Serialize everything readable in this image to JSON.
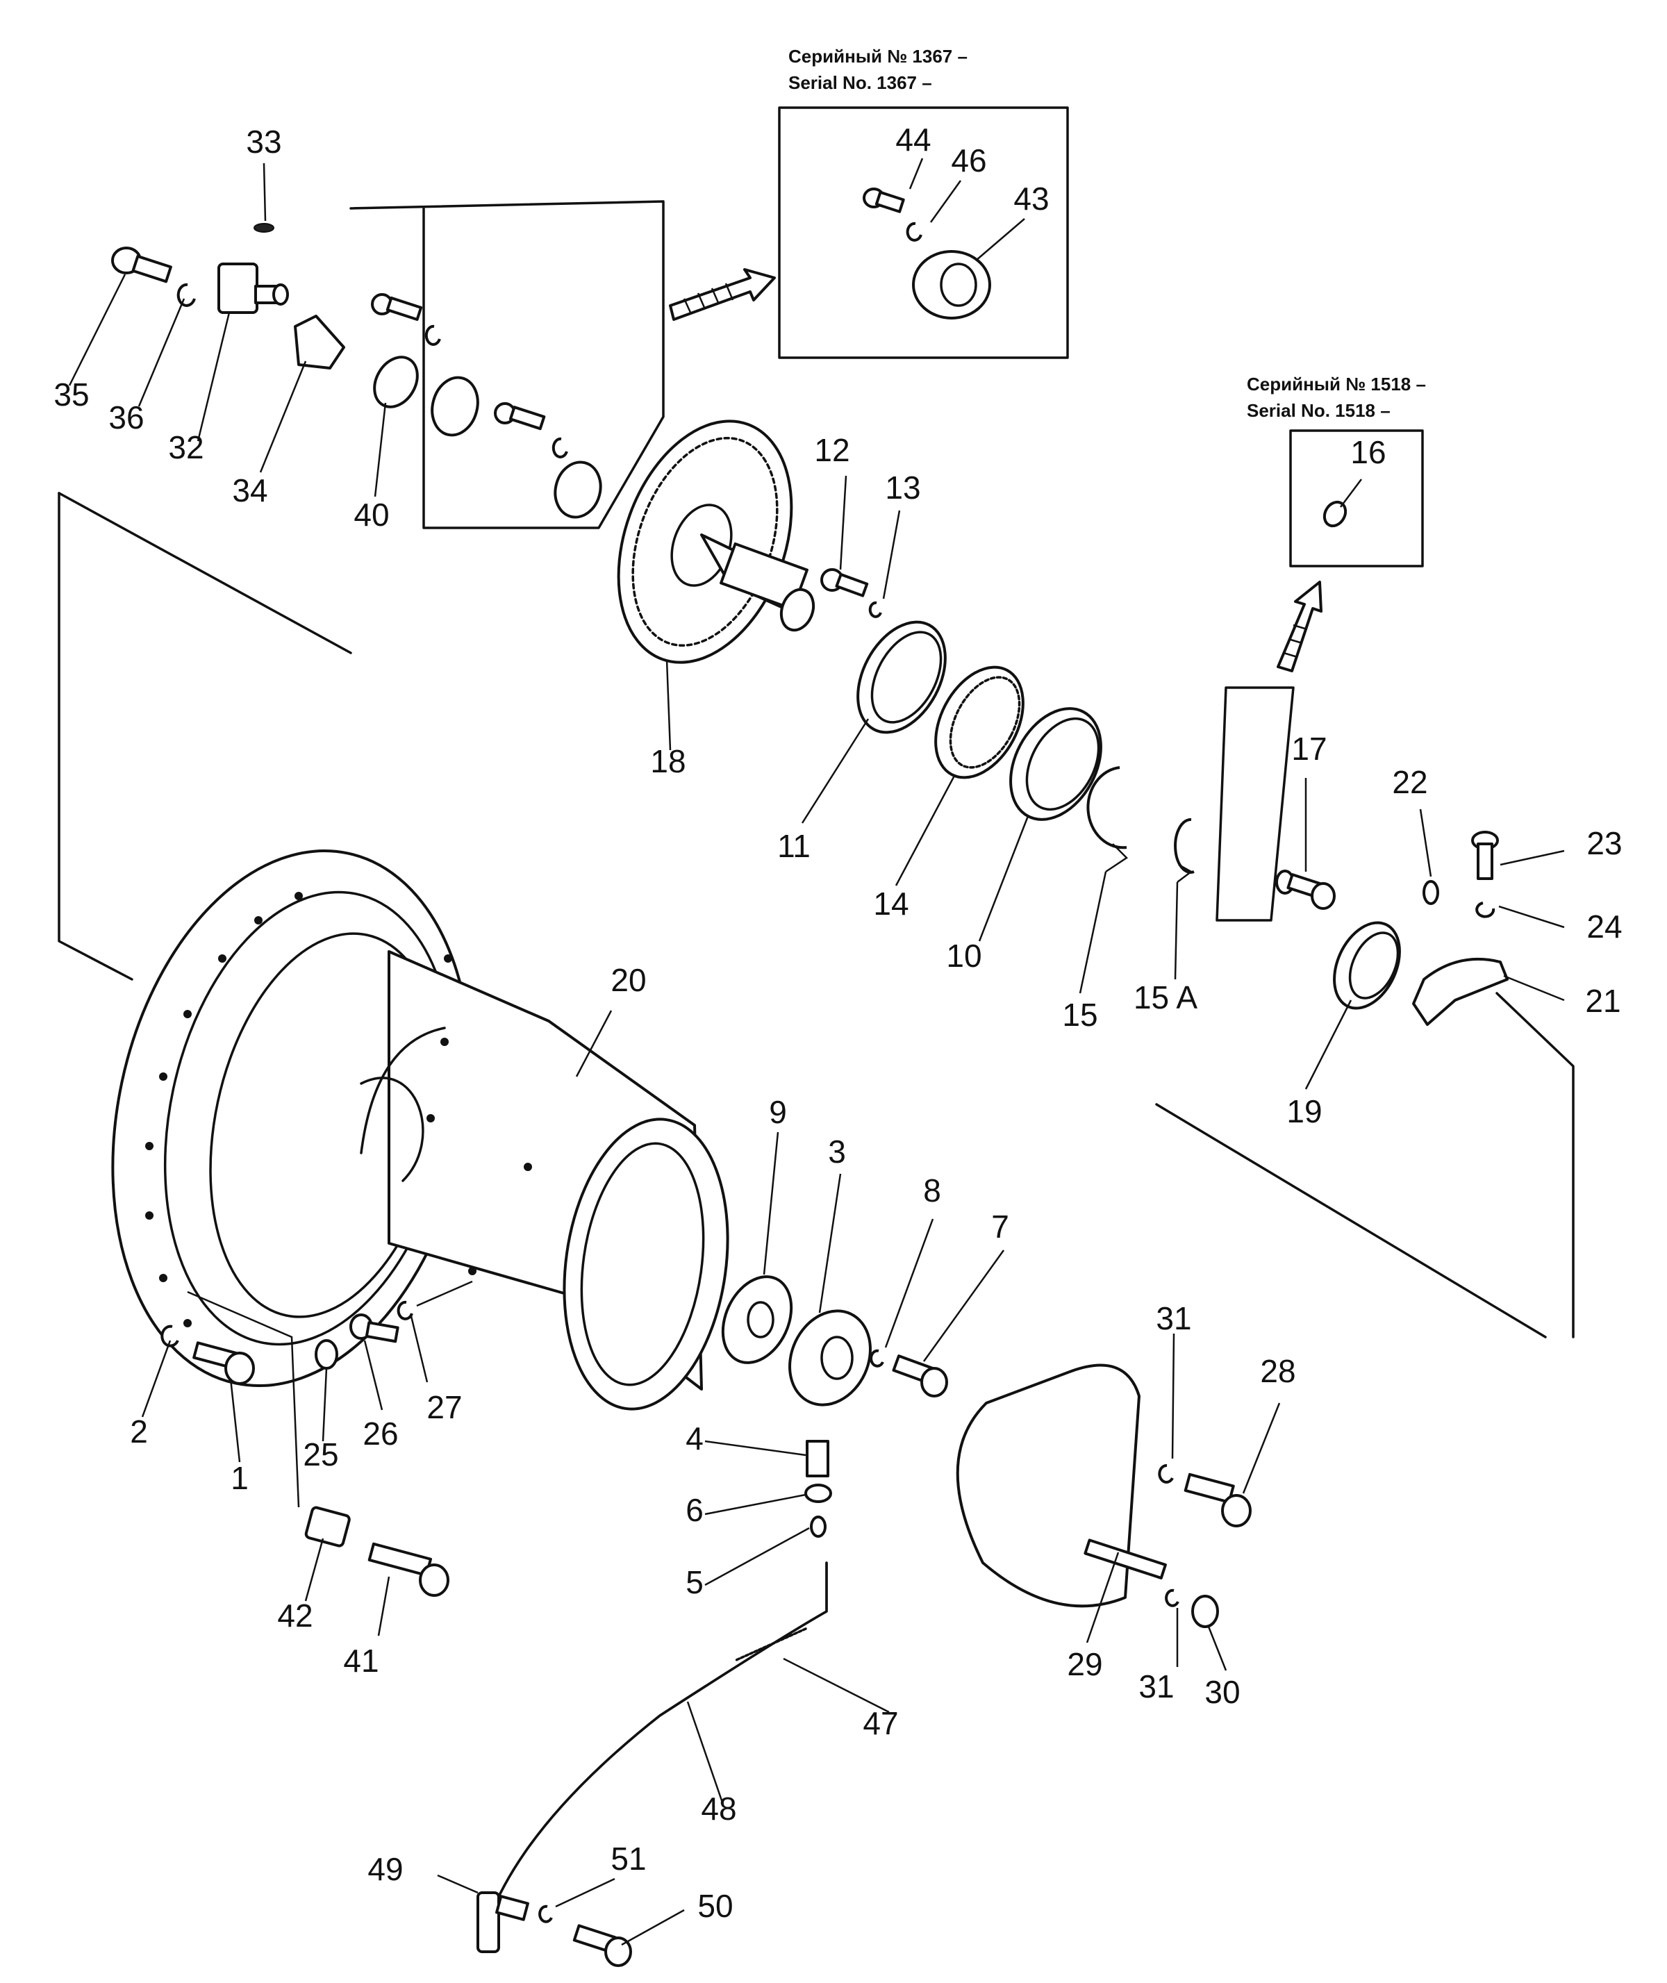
{
  "serial_notes": [
    {
      "ru": "Серийный № 1367 –",
      "en": "Serial No. 1367 –"
    },
    {
      "ru": "Серийный № 1518 –",
      "en": "Serial No. 1518 –"
    }
  ],
  "callouts": [
    "1",
    "2",
    "3",
    "4",
    "5",
    "6",
    "7",
    "8",
    "9",
    "10",
    "11",
    "12",
    "13",
    "14",
    "15",
    "15 A",
    "16",
    "17",
    "18",
    "19",
    "20",
    "21",
    "22",
    "23",
    "24",
    "25",
    "26",
    "27",
    "28",
    "29",
    "30",
    "31",
    "31",
    "32",
    "33",
    "34",
    "35",
    "36",
    "40",
    "41",
    "42",
    "43",
    "44",
    "46",
    "47",
    "48",
    "49",
    "50",
    "51"
  ]
}
